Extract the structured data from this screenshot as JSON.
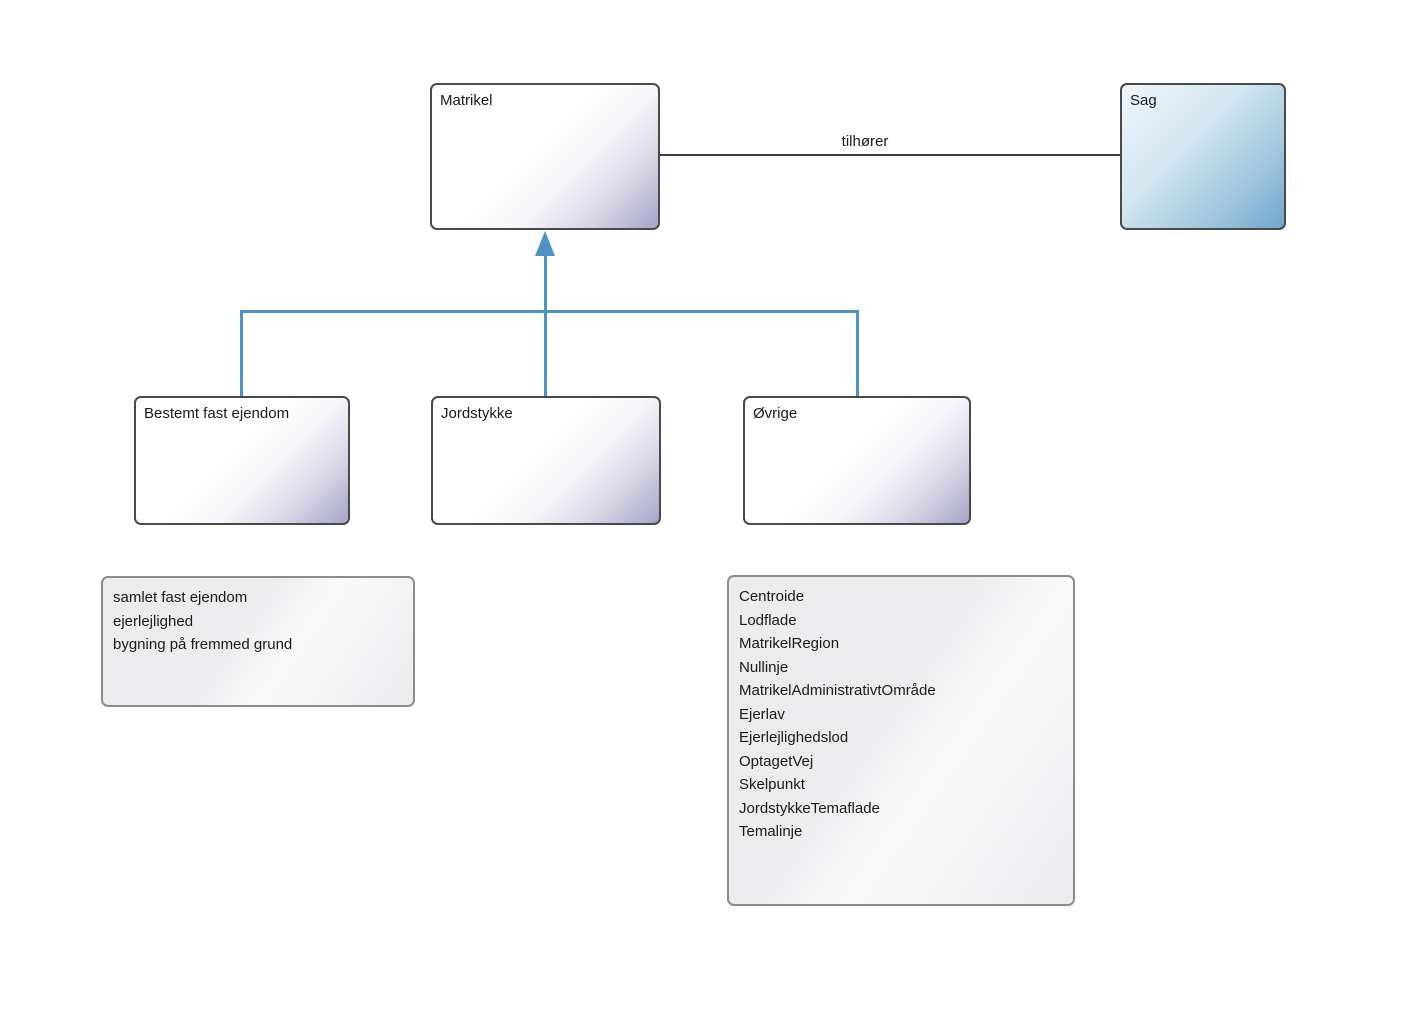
{
  "nodes": {
    "matrikel": {
      "label": "Matrikel"
    },
    "sag": {
      "label": "Sag"
    },
    "bestemt": {
      "label": "Bestemt fast ejendom"
    },
    "jordstykke": {
      "label": "Jordstykke"
    },
    "ovrige": {
      "label": "Øvrige"
    }
  },
  "edges": {
    "association_label": "tilhører"
  },
  "notes": {
    "bestemt_list": {
      "items": [
        "samlet fast ejendom",
        "ejerlejlighed",
        "bygning på fremmed grund"
      ]
    },
    "ovrige_list": {
      "items": [
        "Centroide",
        "Lodflade",
        "MatrikelRegion",
        "Nullinje",
        "MatrikelAdministrativtOmråde",
        "Ejerlav",
        "Ejerlejlighedslod",
        "OptagetVej",
        "Skelpunkt",
        "JordstykkeTemaflade",
        "Temalinje"
      ]
    }
  },
  "colors": {
    "connector_blue": "#4e93c4",
    "association_line": "#3d3d3d",
    "node_border": "#4a4a4a",
    "note_border": "#8c8c8c",
    "node_gradient_end": "#a5a4c9",
    "sag_gradient_end": "#6fa7cd"
  }
}
